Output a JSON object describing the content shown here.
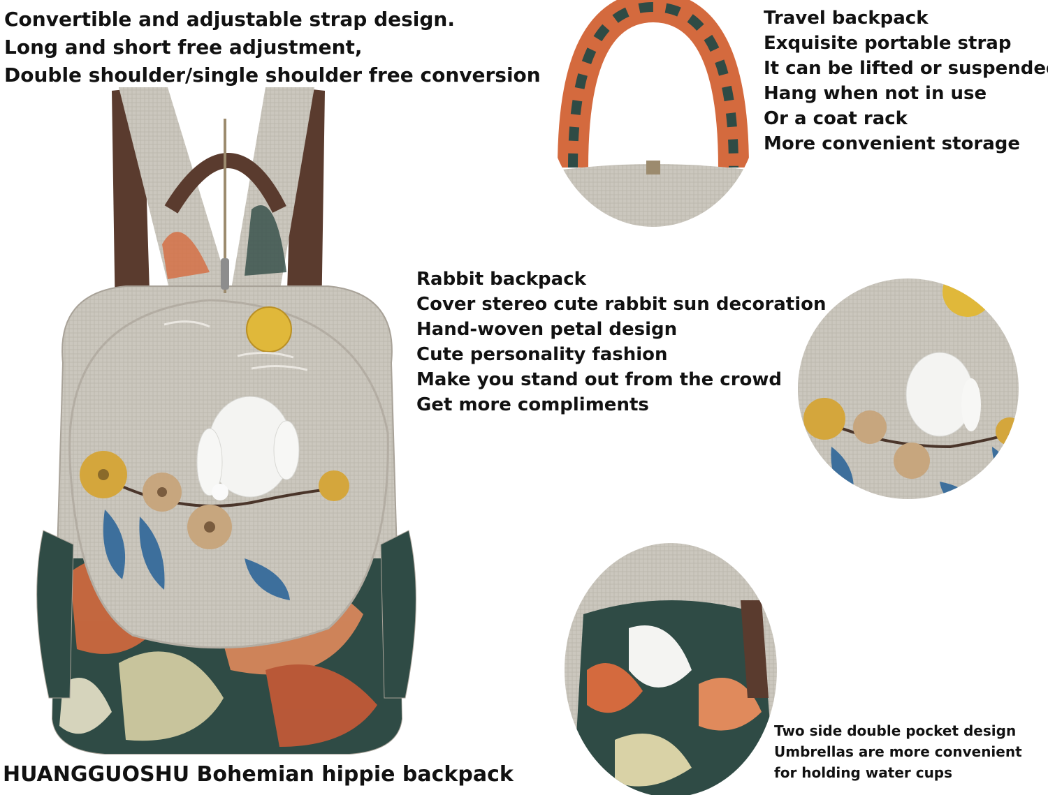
{
  "strap_feature": {
    "lines": [
      "Convertible and adjustable strap design.",
      "Long and short free adjustment,",
      "Double shoulder/single shoulder free conversion"
    ]
  },
  "handle_feature": {
    "lines": [
      "Travel backpack",
      "Exquisite portable strap",
      "It can be lifted or suspended",
      "Hang when not in use",
      "Or a coat rack",
      "More convenient storage"
    ]
  },
  "rabbit_feature": {
    "lines": [
      "Rabbit backpack",
      "Cover stereo cute rabbit sun decoration",
      "Hand-woven petal design",
      "Cute personality fashion",
      "Make you stand out from the crowd",
      "Get more compliments"
    ]
  },
  "pocket_feature": {
    "lines": [
      "Two side double pocket design",
      "Umbrellas are more convenient",
      "for holding water cups"
    ]
  },
  "caption": "HUANGGUOSHU Bohemian hippie backpack",
  "colors": {
    "linen": "#c9c5bc",
    "strap_brown": "#5a3b2e",
    "sun_yellow": "#e0b83a",
    "rabbit_white": "#f4f4f2",
    "leaf_blue": "#3d6f9c",
    "flower_tan": "#c7a67e",
    "orange_print": "#d46a3e",
    "teal_print": "#2f4b45"
  }
}
